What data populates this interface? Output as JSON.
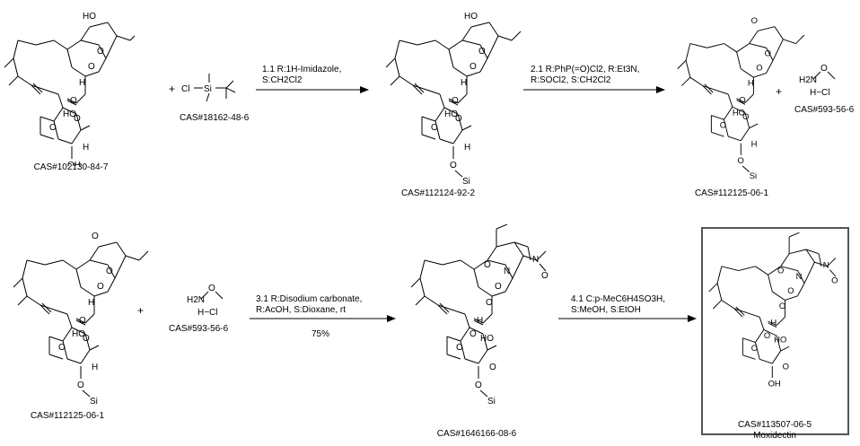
{
  "scheme": {
    "row1": {
      "starting_material": {
        "cas": "CAS#102130-84-7",
        "atoms": [
          "HO",
          "O",
          "O",
          "H",
          "O",
          "O",
          "HO",
          "O",
          "H",
          "OH"
        ]
      },
      "reagent_1": {
        "formula_parts": [
          "Cl",
          "Si"
        ],
        "cas": "CAS#18162-48-6"
      },
      "step_1": {
        "line1": "1.1  R:1H-Imidazole,",
        "line2": "S:CH2Cl2"
      },
      "intermediate_1": {
        "cas": "CAS#112124-92-2",
        "atoms": [
          "HO",
          "O",
          "O",
          "H",
          "O",
          "O",
          "HO",
          "O",
          "H",
          "O",
          "Si"
        ]
      },
      "step_2": {
        "line1": "2.1  R:PhP(=O)Cl2, R:Et3N,",
        "line2": "R:SOCl2, S:CH2Cl2"
      },
      "intermediate_2": {
        "cas": "CAS#112125-06-1",
        "atoms": [
          "O",
          "O",
          "O",
          "H",
          "O",
          "O",
          "HO",
          "O",
          "H",
          "O",
          "Si"
        ]
      },
      "plus_reagent": {
        "formula_top": "H2N",
        "formula_o": "O",
        "hcl": "H−Cl",
        "cas": "CAS#593-56-6"
      }
    },
    "row2": {
      "intermediate_2": {
        "cas": "CAS#112125-06-1"
      },
      "reagent": {
        "formula_top": "H2N",
        "formula_o": "O",
        "hcl": "H−Cl",
        "cas": "CAS#593-56-6"
      },
      "step_3": {
        "line1": "3.1  R:Disodium carbonate,",
        "line2": "R:AcOH, S:Dioxane, rt",
        "yield": "75%"
      },
      "intermediate_3": {
        "cas": "CAS#1646166-08-6",
        "atoms": [
          "O",
          "N",
          "O",
          "O",
          "H",
          "O",
          "O",
          "HO",
          "O",
          "H",
          "O",
          "Si"
        ]
      },
      "step_4": {
        "line1": "4.1  C:p-MeC6H4SO3H,",
        "line2": "S:MeOH, S:EtOH"
      },
      "product": {
        "cas": "CAS#113507-06-5",
        "name": "Moxidectin",
        "atoms": [
          "O",
          "N",
          "O",
          "O",
          "H",
          "O",
          "O",
          "HO",
          "O",
          "H",
          "OH"
        ]
      }
    },
    "plus_sign": "+"
  }
}
